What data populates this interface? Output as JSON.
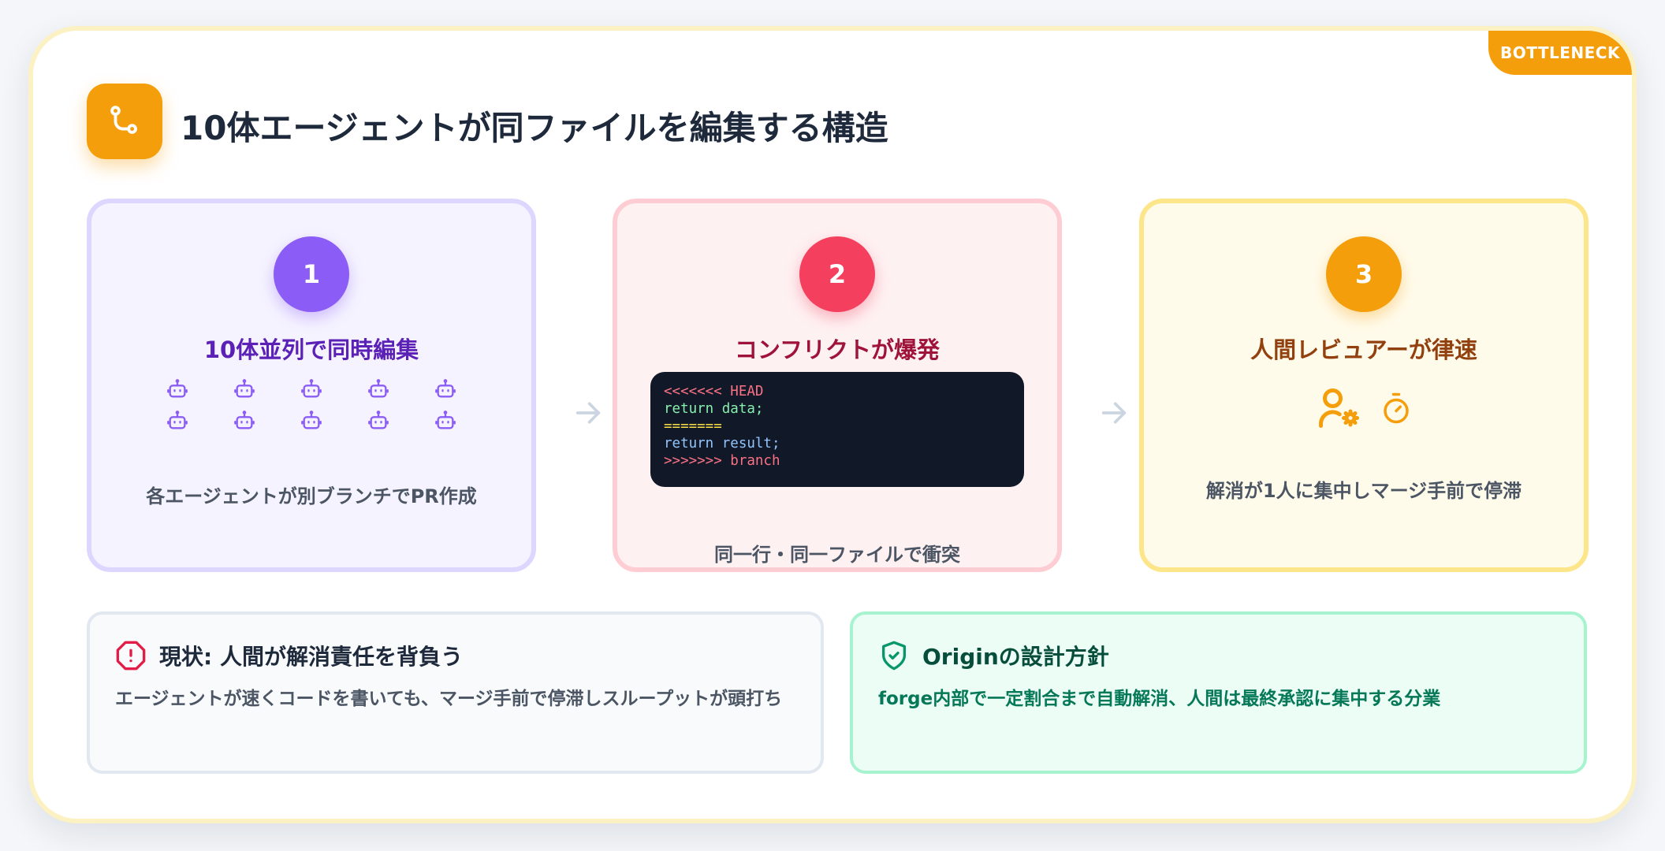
{
  "badge": "BOTTLENECK",
  "title": "10体エージェントが同ファイルを編集する構造",
  "header_icon": "git-branch-icon",
  "steps": [
    {
      "number": "1",
      "title": "10体並列で同時編集",
      "description": "各エージェントが別ブランチでPR作成",
      "icon": "bot-icon",
      "bot_count": 10,
      "color": "#8b5cf6"
    },
    {
      "number": "2",
      "title": "コンフリクトが爆発",
      "description": "同一行・同一ファイルで衝突",
      "code": [
        "<<<<<<< HEAD",
        "return data;",
        "=======",
        "return result;",
        ">>>>>>> branch"
      ],
      "color": "#f43f5e"
    },
    {
      "number": "3",
      "title": "人間レビュアーが律速",
      "description": "解消が1人に集中しマージ手前で停滞",
      "icons": [
        "user-gear-icon",
        "stopwatch-icon"
      ],
      "color": "#f59e0b"
    }
  ],
  "arrow_icon": "arrow-right-icon",
  "panels": {
    "current": {
      "icon": "alert-octagon-icon",
      "title": "現状: 人間が解消責任を背負う",
      "body": "エージェントが速くコードを書いても、マージ手前で停滞しスループットが頭打ち"
    },
    "origin": {
      "icon": "shield-check-icon",
      "title": "Originの設計方針",
      "body": "forge内部で一定割合まで自動解消、人間は最終承認に集中する分業"
    }
  }
}
